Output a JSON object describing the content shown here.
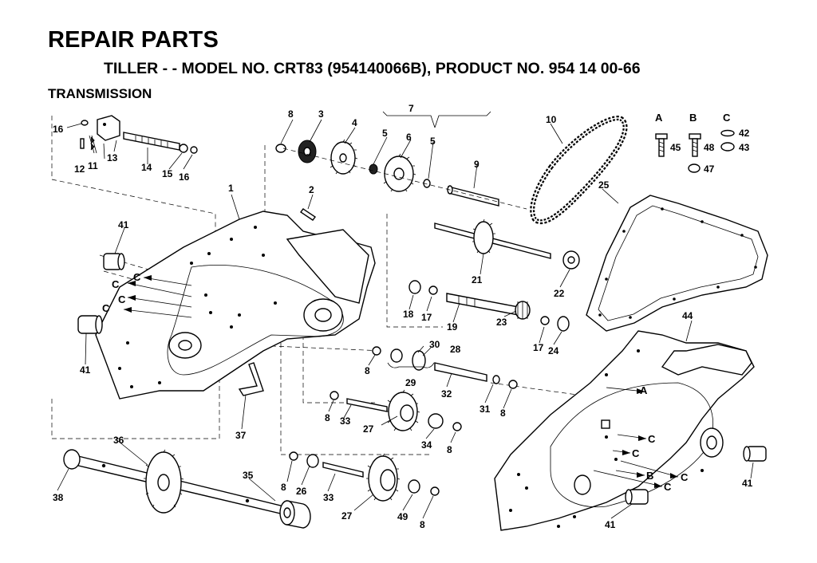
{
  "header": {
    "title": "REPAIR PARTS",
    "subtitle": "TILLER - - MODEL NO. CRT83 (954140066B), PRODUCT NO. 954 14 00-66",
    "section": "TRANSMISSION"
  },
  "legend_letters": [
    "A",
    "B",
    "C"
  ],
  "callouts": {
    "n1": "1",
    "n2": "2",
    "n3": "3",
    "n4": "4",
    "n5a": "5",
    "n5b": "5",
    "n6": "6",
    "n7": "7",
    "n8a": "8",
    "n8b": "8",
    "n8c": "8",
    "n8d": "8",
    "n8e": "8",
    "n8f": "8",
    "n8g": "8",
    "n9": "9",
    "n10": "10",
    "n11": "11",
    "n12": "12",
    "n13": "13",
    "n14": "14",
    "n15": "15",
    "n16a": "16",
    "n16b": "16",
    "n17a": "17",
    "n17b": "17",
    "n18": "18",
    "n19": "19",
    "n21": "21",
    "n22": "22",
    "n23": "23",
    "n24": "24",
    "n25": "25",
    "n26": "26",
    "n27a": "27",
    "n27b": "27",
    "n28": "28",
    "n29": "29",
    "n30": "30",
    "n31": "31",
    "n32": "32",
    "n33a": "33",
    "n33b": "33",
    "n34": "34",
    "n35": "35",
    "n36": "36",
    "n37": "37",
    "n38": "38",
    "n41a": "41",
    "n41b": "41",
    "n41c": "41",
    "n42": "42",
    "n43": "43",
    "n44": "44",
    "n45": "45",
    "n47": "47",
    "n48": "48",
    "n49": "49",
    "arrow_c": "C",
    "arrow_a": "A",
    "arrow_b": "B"
  }
}
